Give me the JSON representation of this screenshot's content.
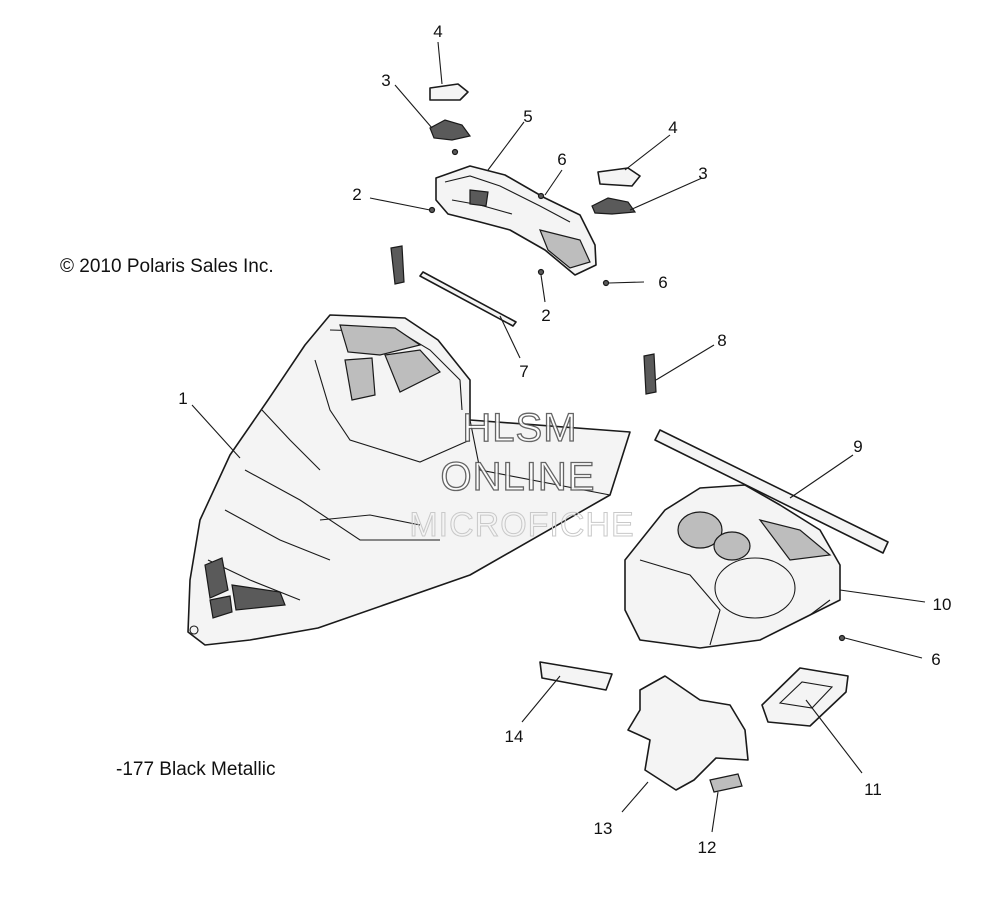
{
  "copyright": "© 2010 Polaris Sales Inc.",
  "color_note": "-177 Black Metallic",
  "watermark": [
    "HLSM",
    "ONLINE",
    "MICROFICHE"
  ],
  "callouts": [
    {
      "id": "c1",
      "label": "1"
    },
    {
      "id": "c2a",
      "label": "2"
    },
    {
      "id": "c2b",
      "label": "2"
    },
    {
      "id": "c3a",
      "label": "3"
    },
    {
      "id": "c3b",
      "label": "3"
    },
    {
      "id": "c4a",
      "label": "4"
    },
    {
      "id": "c4b",
      "label": "4"
    },
    {
      "id": "c5",
      "label": "5"
    },
    {
      "id": "c6a",
      "label": "6"
    },
    {
      "id": "c6b",
      "label": "6"
    },
    {
      "id": "c6c",
      "label": "6"
    },
    {
      "id": "c7",
      "label": "7"
    },
    {
      "id": "c8",
      "label": "8"
    },
    {
      "id": "c9",
      "label": "9"
    },
    {
      "id": "c10",
      "label": "10"
    },
    {
      "id": "c11",
      "label": "11"
    },
    {
      "id": "c12",
      "label": "12"
    },
    {
      "id": "c13",
      "label": "13"
    },
    {
      "id": "c14",
      "label": "14"
    }
  ]
}
